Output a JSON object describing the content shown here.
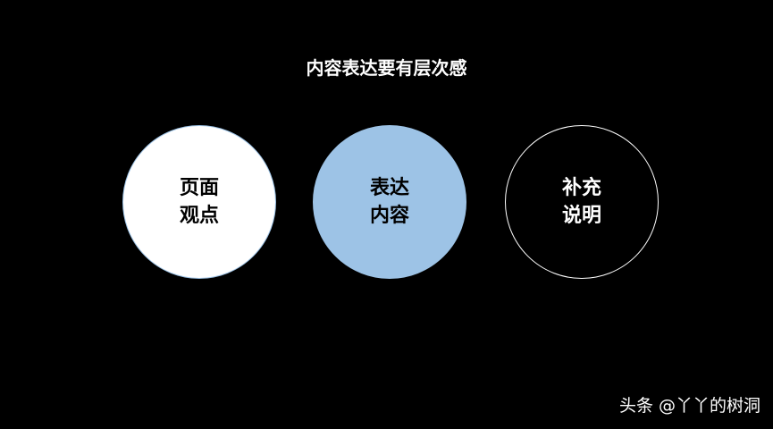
{
  "title": "内容表达要有层次感",
  "circles": [
    {
      "line1": "页面",
      "line2": "观点",
      "fill": "#ffffff",
      "border": "#9dc3e6",
      "text_color": "#000000"
    },
    {
      "line1": "表达",
      "line2": "内容",
      "fill": "#9dc3e6",
      "border": "#9dc3e6",
      "text_color": "#000000"
    },
    {
      "line1": "补充",
      "line2": "说明",
      "fill": "#000000",
      "border": "#ffffff",
      "text_color": "#ffffff"
    }
  ],
  "watermark": "头条 @丫丫的树洞"
}
